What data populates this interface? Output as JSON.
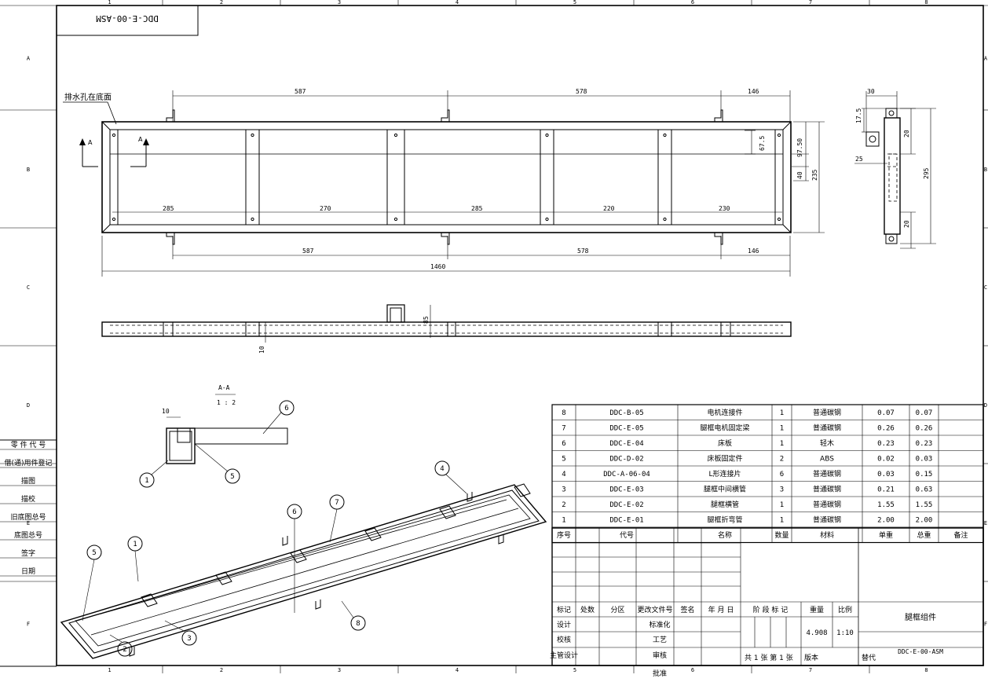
{
  "drawing_code_rotated": "DDC-E-00-ASM",
  "columns": [
    "1",
    "2",
    "3",
    "4",
    "5",
    "6",
    "7",
    "8"
  ],
  "rows": [
    "A",
    "B",
    "C",
    "D",
    "E",
    "F"
  ],
  "left_strip": [
    "零 件 代 号",
    "借(通)用件登记",
    "描图",
    "描校",
    "旧底图总号",
    "底图总号",
    "签字",
    "日期"
  ],
  "note_drain": "排水孔在底面",
  "section_label": {
    "name": "A-A",
    "scale": "1 : 2"
  },
  "section_marks": [
    "A",
    "A"
  ],
  "dims_top": {
    "top": [
      "587",
      "578",
      "146"
    ],
    "inner": [
      "285",
      "270",
      "285",
      "220",
      "230"
    ],
    "bottom": [
      "587",
      "578",
      "146"
    ],
    "total": "1460",
    "right": [
      "67.5",
      "97.50",
      "40",
      "235"
    ]
  },
  "dims_side": {
    "w": "30",
    "a": "17.5",
    "b": "20",
    "c": "25",
    "d": "20",
    "h": "295"
  },
  "dims_front": {
    "h": "85",
    "t": "10"
  },
  "dims_section": {
    "w": "10"
  },
  "balloons": {
    "section": [
      "6",
      "1",
      "5"
    ],
    "iso": [
      "1",
      "5",
      "6",
      "7",
      "4",
      "2",
      "3",
      "8"
    ]
  },
  "bom": {
    "headers": [
      "序号",
      "代号",
      "名称",
      "数量",
      "材料",
      "单重",
      "总重",
      "备注"
    ],
    "rows": [
      [
        "8",
        "DDC-B-05",
        "电机连接件",
        "1",
        "普通碳钢",
        "0.07",
        "0.07",
        ""
      ],
      [
        "7",
        "DDC-E-05",
        "腿框电机固定梁",
        "1",
        "普通碳钢",
        "0.26",
        "0.26",
        ""
      ],
      [
        "6",
        "DDC-E-04",
        "床板",
        "1",
        "轻木",
        "0.23",
        "0.23",
        ""
      ],
      [
        "5",
        "DDC-D-02",
        "床板固定件",
        "2",
        "ABS",
        "0.02",
        "0.03",
        ""
      ],
      [
        "4",
        "DDC-A-06-04",
        "L形连接片",
        "6",
        "普通碳钢",
        "0.03",
        "0.15",
        ""
      ],
      [
        "3",
        "DDC-E-03",
        "腿框中间横管",
        "3",
        "普通碳钢",
        "0.21",
        "0.63",
        ""
      ],
      [
        "2",
        "DDC-E-02",
        "腿框横管",
        "1",
        "普通碳钢",
        "1.55",
        "1.55",
        ""
      ],
      [
        "1",
        "DDC-E-01",
        "腿框折弯管",
        "1",
        "普通碳钢",
        "2.00",
        "2.00",
        ""
      ]
    ]
  },
  "title_block": {
    "rev_headers": [
      "标记",
      "处数",
      "分区",
      "更改文件号",
      "签名",
      "年 月 日"
    ],
    "roles": [
      "设计",
      "校核",
      "主管设计"
    ],
    "roles2": [
      "标准化",
      "工艺",
      "审核",
      "批准"
    ],
    "stage_label": "阶 段 标 记",
    "weight_label": "重量",
    "scale_label": "比例",
    "weight": "4.908",
    "scale": "1:10",
    "name": "腿框组件",
    "code": "DDC-E-00-ASM",
    "sheets": "共 1 张   第 1 张",
    "version": "版本",
    "replace": "替代"
  }
}
